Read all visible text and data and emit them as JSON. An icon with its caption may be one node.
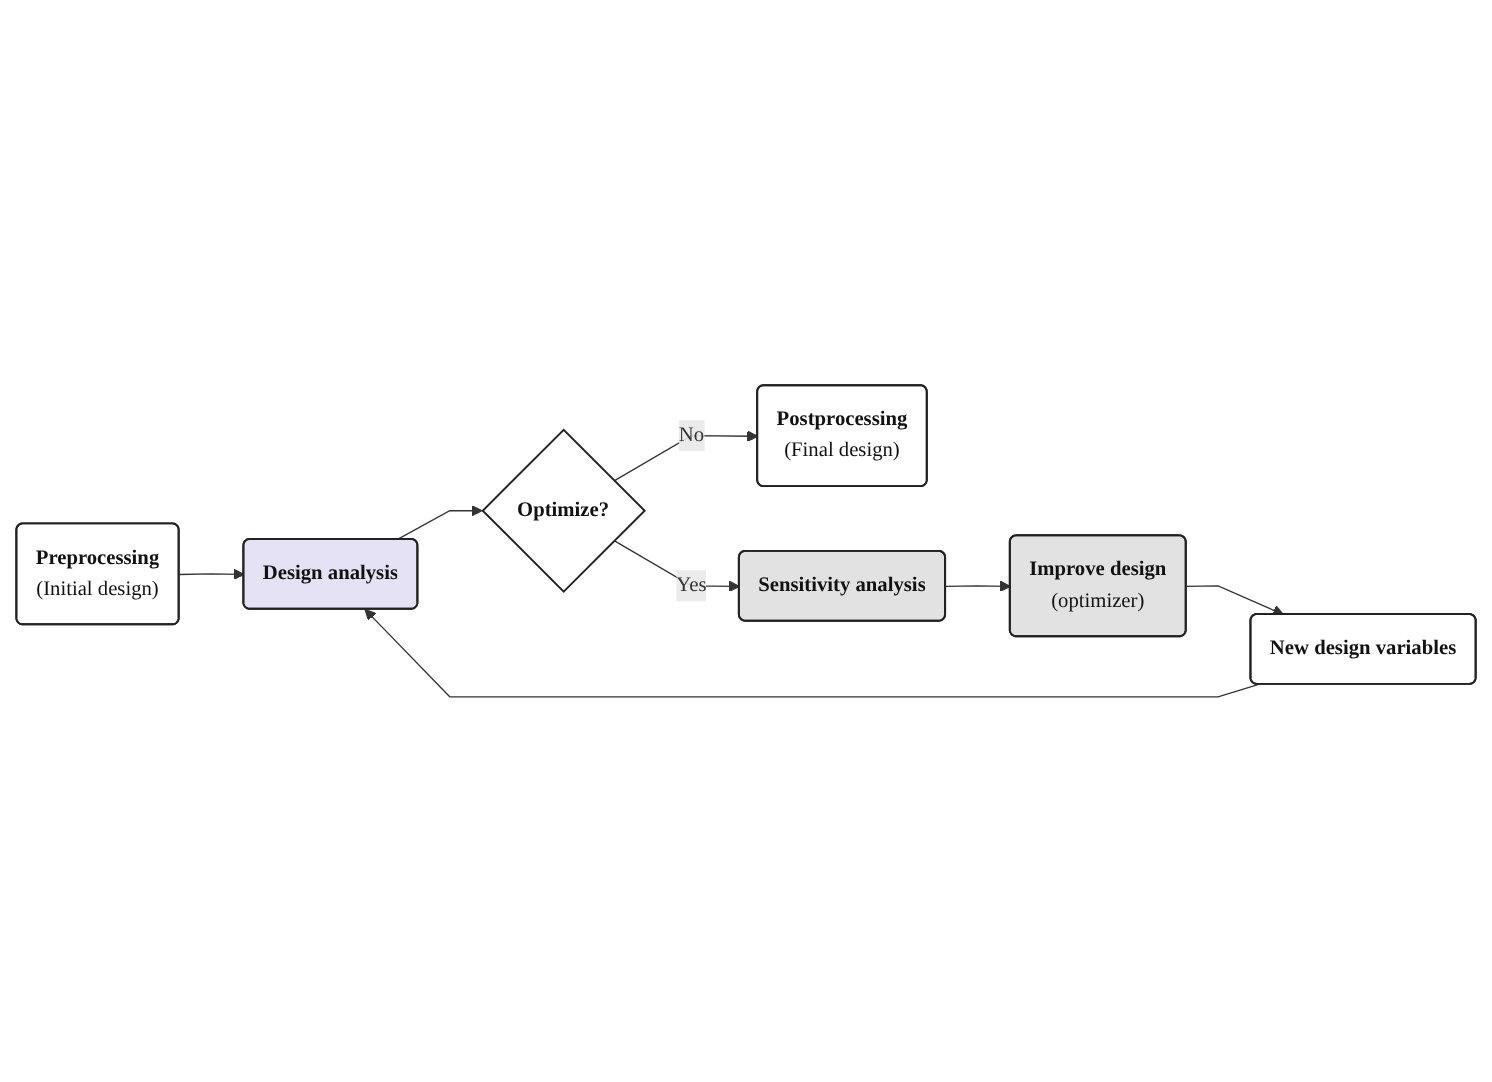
{
  "diagram": {
    "nodes": [
      {
        "text": [
          "Preprocessing",
          "(Initial design)"
        ]
      },
      {
        "text": [
          "Design analysis"
        ]
      },
      {
        "text": [
          "Optimize?"
        ]
      },
      {
        "text": [
          "Postprocessing",
          "(Final design)"
        ]
      },
      {
        "text": [
          "Sensitivity analysis"
        ]
      },
      {
        "text": [
          "Improve design",
          "(optimizer)"
        ]
      },
      {
        "text": [
          "New design variables"
        ]
      }
    ],
    "edges": [
      {
        "from": 0,
        "to": 1,
        "arrow": "to"
      },
      {
        "from": 1,
        "to": 2,
        "arrow": "to"
      },
      {
        "from": 2,
        "to": 3,
        "arrow": "to",
        "label": "No"
      },
      {
        "from": 2,
        "to": 4,
        "arrow": "to",
        "label": "Yes"
      },
      {
        "from": 4,
        "to": 5,
        "arrow": "to"
      },
      {
        "from": 5,
        "to": 6,
        "arrow": "to"
      },
      {
        "from": 6,
        "to": 1,
        "arrow": "to"
      }
    ]
  }
}
